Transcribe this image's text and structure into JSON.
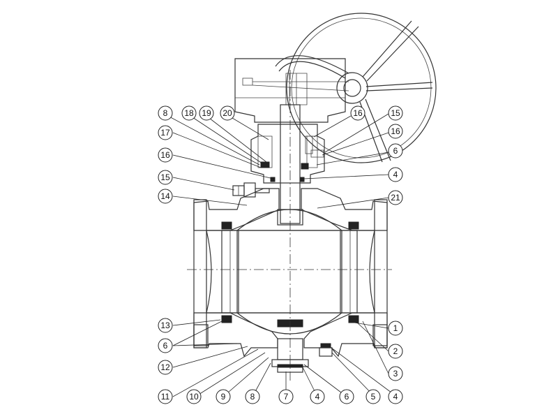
{
  "callouts": [
    {
      "id": "c8t",
      "text": "8"
    },
    {
      "id": "c18",
      "text": "18"
    },
    {
      "id": "c19",
      "text": "19"
    },
    {
      "id": "c20",
      "text": "20"
    },
    {
      "id": "c17",
      "text": "17"
    },
    {
      "id": "c16l",
      "text": "16"
    },
    {
      "id": "c15l",
      "text": "15"
    },
    {
      "id": "c14",
      "text": "14"
    },
    {
      "id": "c16t",
      "text": "16"
    },
    {
      "id": "c15r",
      "text": "15"
    },
    {
      "id": "c16r",
      "text": "16"
    },
    {
      "id": "c6r",
      "text": "6"
    },
    {
      "id": "c4r",
      "text": "4"
    },
    {
      "id": "c21",
      "text": "21"
    },
    {
      "id": "c13",
      "text": "13"
    },
    {
      "id": "c6l",
      "text": "6"
    },
    {
      "id": "c12",
      "text": "12"
    },
    {
      "id": "c1",
      "text": "1"
    },
    {
      "id": "c2",
      "text": "2"
    },
    {
      "id": "c3",
      "text": "3"
    },
    {
      "id": "c4b",
      "text": "4"
    },
    {
      "id": "c11",
      "text": "11"
    },
    {
      "id": "c10",
      "text": "10"
    },
    {
      "id": "c9",
      "text": "9"
    },
    {
      "id": "c8b",
      "text": "8"
    },
    {
      "id": "c7",
      "text": "7"
    },
    {
      "id": "c4m",
      "text": "4"
    },
    {
      "id": "c6b",
      "text": "6"
    },
    {
      "id": "c5",
      "text": "5"
    }
  ]
}
